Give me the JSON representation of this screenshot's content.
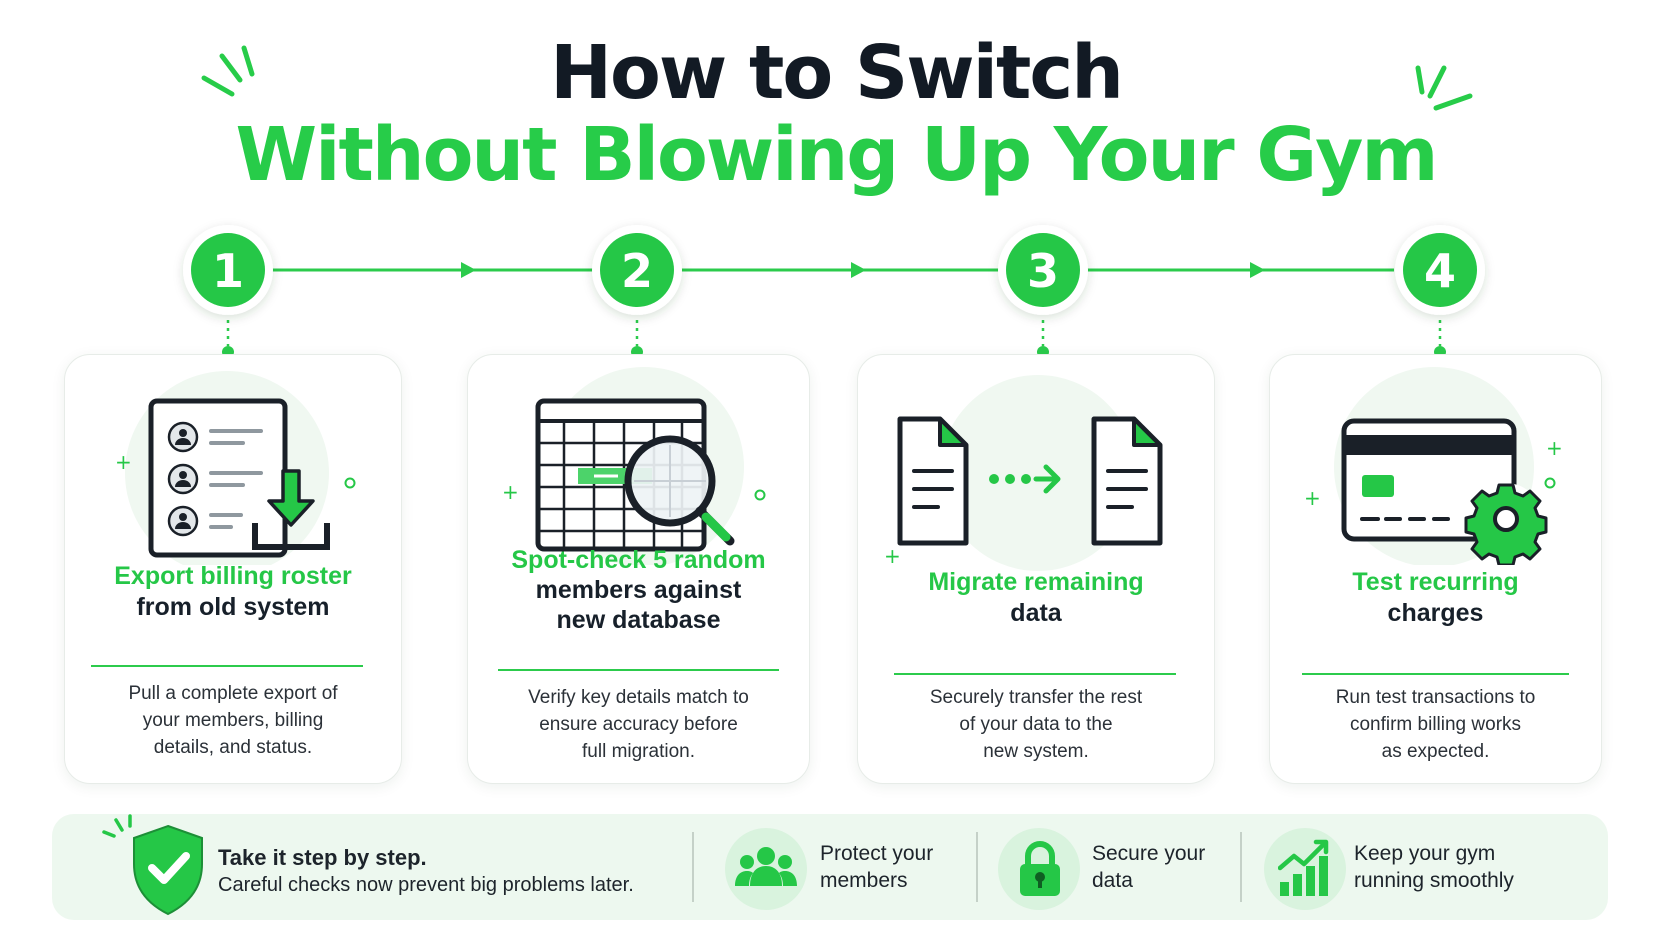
{
  "title": {
    "line1": "How to Switch",
    "line2": "Without Blowing Up Your Gym"
  },
  "colors": {
    "accent": "#25c747",
    "dark": "#121a24",
    "card_border": "#e7ece8",
    "footer_bg": "#edf8ef"
  },
  "steps": [
    {
      "number": "1",
      "heading_green": "Export billing roster",
      "heading_dark": "from old system",
      "description": [
        "Pull a complete export of",
        "your members, billing",
        "details, and status."
      ],
      "icon": "member-list-download-icon"
    },
    {
      "number": "2",
      "heading_green": "Spot-check 5 random",
      "heading_dark": [
        "members against",
        "new database"
      ],
      "description": [
        "Verify key details match to",
        "ensure accuracy before",
        "full migration."
      ],
      "icon": "spreadsheet-magnifier-icon"
    },
    {
      "number": "3",
      "heading_green": "Migrate remaining",
      "heading_dark": "data",
      "description": [
        "Securely transfer the rest",
        "of your data to the",
        "new system."
      ],
      "icon": "document-transfer-icon"
    },
    {
      "number": "4",
      "heading_green": "Test recurring",
      "heading_dark": "charges",
      "description": [
        "Run test transactions to",
        "confirm billing works",
        "as expected."
      ],
      "icon": "credit-card-gear-icon"
    }
  ],
  "footer": {
    "headline": "Take it step by step.",
    "subline": "Careful checks now prevent big problems later.",
    "benefits": [
      {
        "icon": "members-group-icon",
        "lines": [
          "Protect your",
          "members"
        ]
      },
      {
        "icon": "padlock-icon",
        "lines": [
          "Secure your",
          "data"
        ]
      },
      {
        "icon": "growth-chart-icon",
        "lines": [
          "Keep your gym",
          "running smoothly"
        ]
      }
    ]
  }
}
